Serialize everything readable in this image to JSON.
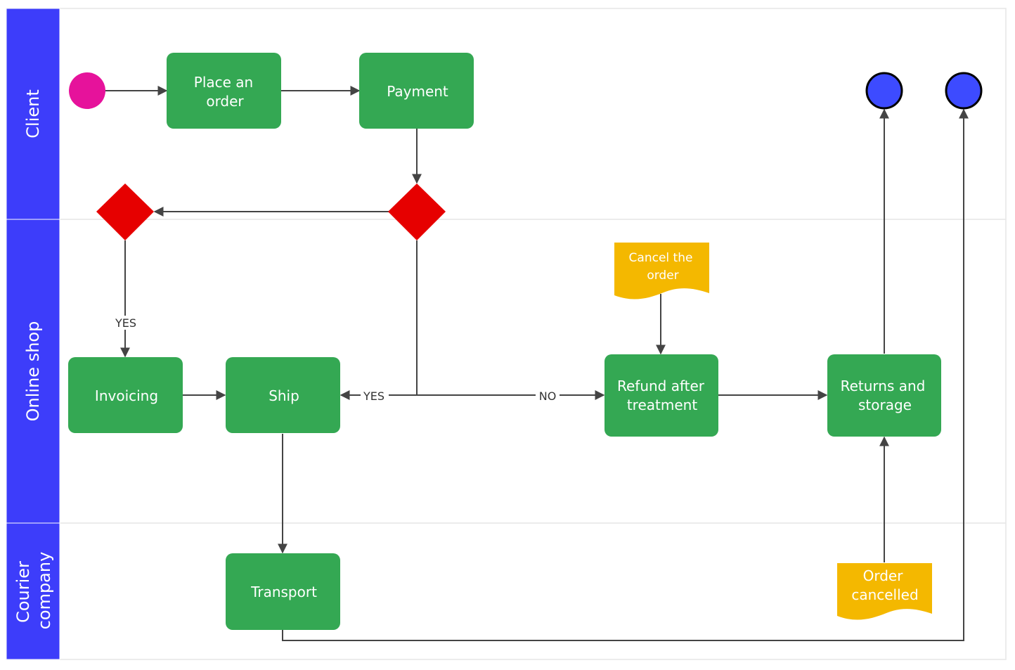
{
  "colors": {
    "lane_header": "#3d3dfa",
    "lane_border": "#e6e6e6",
    "process": "#34a853",
    "decision": "#e60000",
    "document": "#f4b800",
    "start": "#e6129b",
    "end": "#3d4bff",
    "edge": "#444444"
  },
  "lanes": {
    "client": "Client",
    "online_shop": "Online shop",
    "courier_line1": "Courier",
    "courier_line2": "company"
  },
  "nodes": {
    "place_order": [
      "Place an",
      "order"
    ],
    "payment": [
      "Payment"
    ],
    "invoicing": [
      "Invoicing"
    ],
    "ship": [
      "Ship"
    ],
    "refund": [
      "Refund after",
      "treatment"
    ],
    "returns": [
      "Returns and",
      "storage"
    ],
    "transport": [
      "Transport"
    ],
    "cancel_order": [
      "Cancel the",
      "order"
    ],
    "order_cancelled": [
      "Order",
      "cancelled"
    ]
  },
  "edge_labels": {
    "decision_left_yes": "YES",
    "ship_yes": "YES",
    "refund_no": "NO"
  }
}
